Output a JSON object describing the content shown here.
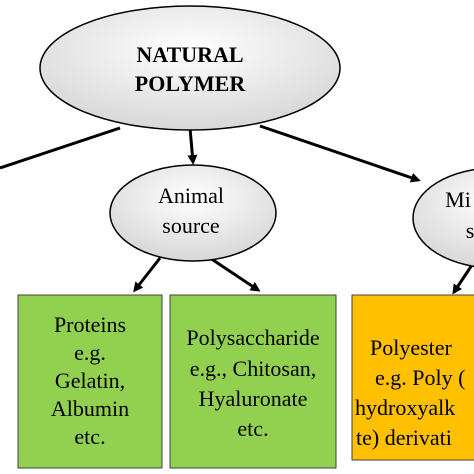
{
  "root": {
    "lines": [
      "NATURAL",
      "POLYMER"
    ]
  },
  "animal_source": {
    "lines": [
      "Animal",
      "source"
    ]
  },
  "microbial_source": {
    "lines": [
      "Mi",
      "s"
    ]
  },
  "proteins_box": {
    "lines": [
      "Proteins",
      "e.g.",
      "Gelatin,",
      "Albumin",
      "etc."
    ],
    "fill": "#92d050"
  },
  "polysaccharide_box": {
    "lines": [
      "Polysaccharide",
      "e.g., Chitosan,",
      "Hyaluronate",
      "etc."
    ],
    "fill": "#92d050"
  },
  "polyester_box": {
    "lines": [
      "Polyester",
      "e.g. Poly (",
      "hydroxyalk",
      "te) derivati"
    ],
    "fill": "#ffc000"
  },
  "colors": {
    "ellipse_fill_light": "#ffffff",
    "ellipse_fill_dark": "#d9d9d9",
    "stroke": "#000000"
  }
}
